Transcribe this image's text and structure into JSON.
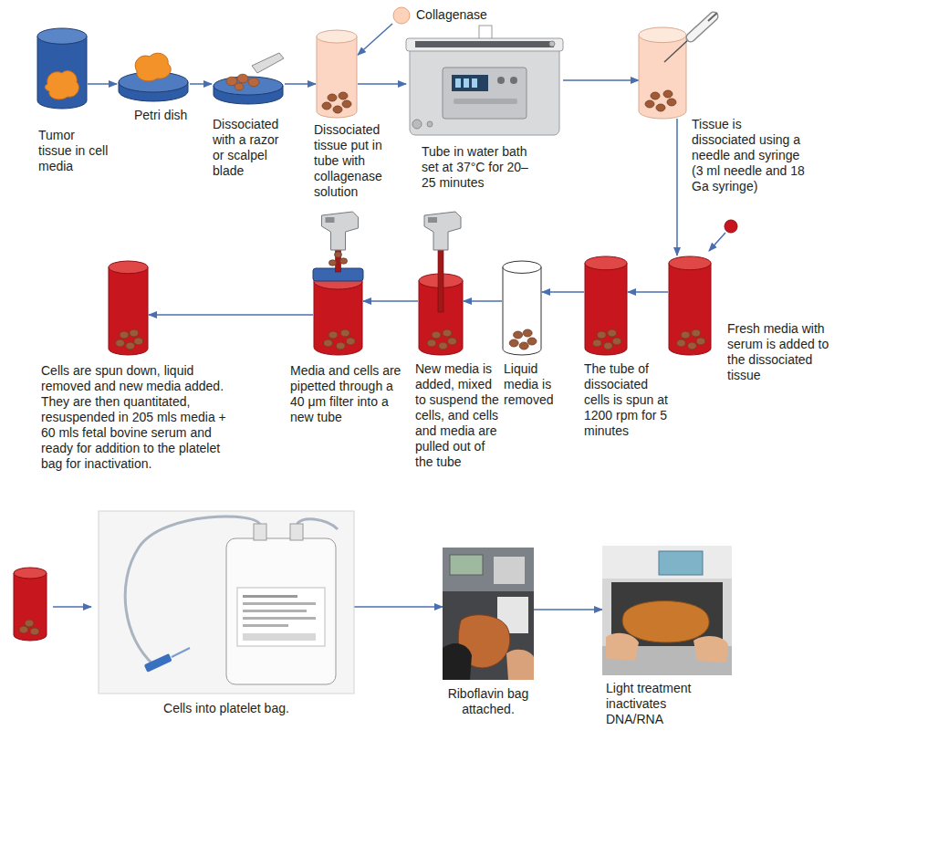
{
  "diagram": {
    "nodes": [
      {
        "text": [
          "Tumor tissue in cell media"
        ]
      },
      {
        "text": [
          "Petri dish"
        ]
      },
      {
        "text": [
          "Dissociated with a razor or scalpel blade"
        ]
      },
      {
        "text": [
          "Collagenase"
        ]
      },
      {
        "text": [
          "Dissociated tissue put in tube with collagenase solution"
        ]
      },
      {
        "text": [
          "Tube in water bath set at 37°C for 20–25 minutes"
        ]
      },
      {
        "text": [
          "Tissue is dissociated using a needle and syringe (3 ml needle and 18 Ga syringe)"
        ]
      },
      {
        "text": [
          "Fresh media with serum is added to the dissociated tissue"
        ]
      },
      {
        "text": [
          "The tube of dissociated cells is spun at 1200 rpm for 5 minutes"
        ]
      },
      {
        "text": [
          "Liquid media is removed"
        ]
      },
      {
        "text": [
          "New media is added, mixed to suspend the cells, and cells and media are pulled out of the tube"
        ]
      },
      {
        "text": [
          "Media and cells are pipetted through a 40 μm filter into a new tube"
        ]
      },
      {
        "text": [
          "Cells are spun down, liquid removed and new media added. They are then quantitated, resuspended in 205 mls media + 60 mls fetal bovine serum and ready for addition to the platelet bag for inactivation."
        ]
      },
      {
        "text": [
          "Cells into platelet bag."
        ]
      },
      {
        "text": [
          "Riboflavin bag attached."
        ]
      },
      {
        "text": [
          "Light treatment inactivates DNA/RNA"
        ]
      }
    ],
    "edges": [
      {
        "from": 0,
        "to": 1,
        "arrow": "to"
      },
      {
        "from": 1,
        "to": 2,
        "arrow": "to"
      },
      {
        "from": 2,
        "to": 4,
        "arrow": "to"
      },
      {
        "from": 3,
        "to": 4,
        "arrow": "to"
      },
      {
        "from": 4,
        "to": 5,
        "arrow": "to"
      },
      {
        "from": 5,
        "to": 6,
        "arrow": "to"
      },
      {
        "from": 6,
        "to": 7,
        "arrow": "to"
      },
      {
        "from": 7,
        "to": 8,
        "arrow": "to"
      },
      {
        "from": 8,
        "to": 9,
        "arrow": "to"
      },
      {
        "from": 9,
        "to": 10,
        "arrow": "to"
      },
      {
        "from": 10,
        "to": 11,
        "arrow": "to"
      },
      {
        "from": 11,
        "to": 12,
        "arrow": "to"
      },
      {
        "from": 13,
        "to": 14,
        "arrow": "to"
      },
      {
        "from": 14,
        "to": 15,
        "arrow": "to"
      }
    ]
  }
}
